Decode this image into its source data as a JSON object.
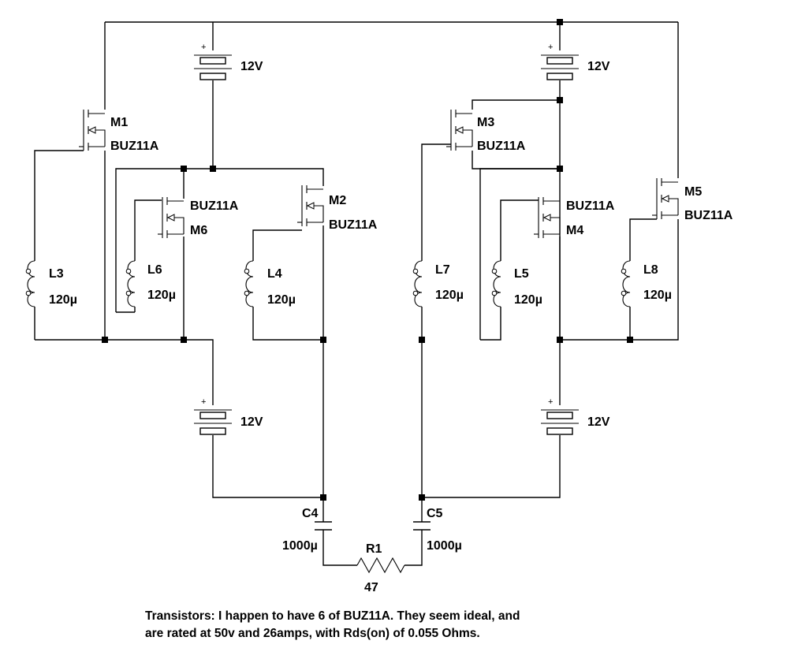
{
  "components": {
    "m1": {
      "ref": "M1",
      "part": "BUZ11A"
    },
    "m2": {
      "ref": "M2",
      "part": "BUZ11A"
    },
    "m3": {
      "ref": "M3",
      "part": "BUZ11A"
    },
    "m4": {
      "ref": "M4",
      "part": "BUZ11A"
    },
    "m5": {
      "ref": "M5",
      "part": "BUZ11A"
    },
    "m6": {
      "ref": "M6",
      "part": "BUZ11A"
    },
    "l3": {
      "ref": "L3",
      "value": "120µ"
    },
    "l4": {
      "ref": "L4",
      "value": "120µ"
    },
    "l5": {
      "ref": "L5",
      "value": "120µ"
    },
    "l6": {
      "ref": "L6",
      "value": "120µ"
    },
    "l7": {
      "ref": "L7",
      "value": "120µ"
    },
    "l8": {
      "ref": "L8",
      "value": "120µ"
    },
    "c4": {
      "ref": "C4",
      "value": "1000µ"
    },
    "c5": {
      "ref": "C5",
      "value": "1000µ"
    },
    "r1": {
      "ref": "R1",
      "value": "47"
    },
    "bat_top_left": {
      "value": "12V",
      "polarity": "+"
    },
    "bat_top_right": {
      "value": "12V",
      "polarity": "+"
    },
    "bat_bottom_left": {
      "value": "12V",
      "polarity": "+"
    },
    "bat_bottom_right": {
      "value": "12V",
      "polarity": "+"
    }
  },
  "note": {
    "line1": "Transistors: I happen to have 6 of BUZ11A. They seem ideal, and",
    "line2": "are rated at 50v and 26amps, with Rds(on) of 0.055 Ohms."
  }
}
